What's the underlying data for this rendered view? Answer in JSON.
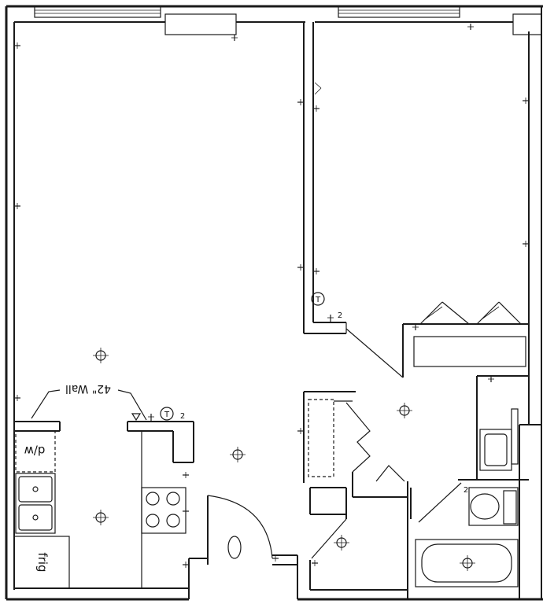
{
  "labels": {
    "wall_note": "42\" Wall",
    "dishwasher": "d/w",
    "fridge": "frig",
    "bedroom_switch": "2",
    "kitchen_switch": "2",
    "bath_switch": "2",
    "thermostat_bedroom": "T",
    "thermostat_kitchen": "T"
  },
  "colors": {
    "ink": "#1a1a1a",
    "paper": "#ffffff"
  }
}
